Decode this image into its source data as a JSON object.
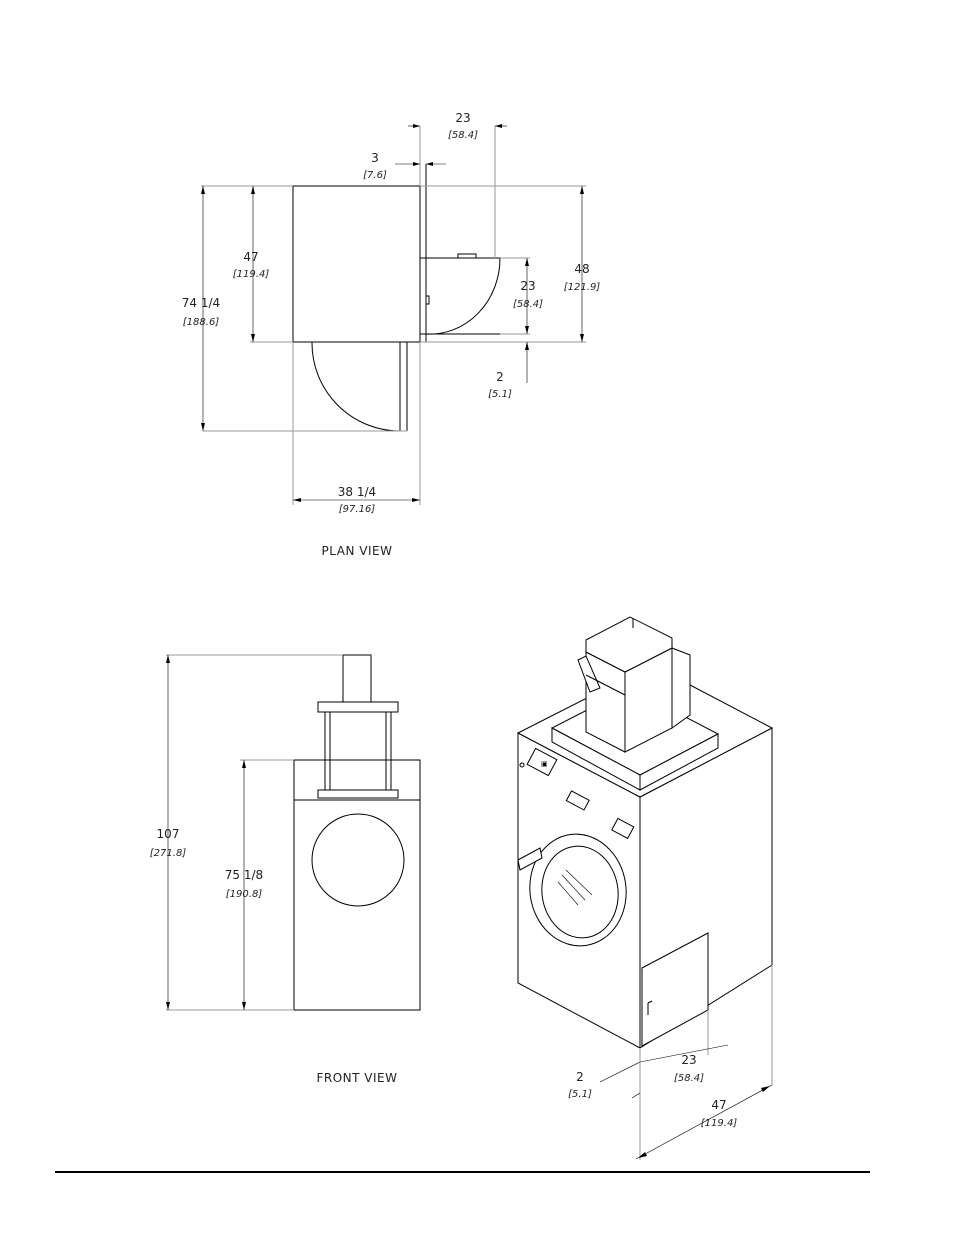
{
  "plan_view": {
    "label": "PLAN VIEW",
    "dims": {
      "top_23": "23",
      "top_23_mm": "[58.4]",
      "top_3": "3",
      "top_3_mm": "[7.6]",
      "left_47": "47",
      "left_47_mm": "[119.4]",
      "left_74": "74  1/4",
      "left_74_mm": "[188.6]",
      "right_48": "48",
      "right_48_mm": "[121.9]",
      "right_23": "23",
      "right_23_mm": "[58.4]",
      "right_2": "2",
      "right_2_mm": "[5.1]",
      "bottom_38": "38  1/4",
      "bottom_38_mm": "[97.16]"
    }
  },
  "front_view": {
    "label": "FRONT VIEW",
    "dims": {
      "h_107": "107",
      "h_107_mm": "[271.8]",
      "h_75": "75  1/8",
      "h_75_mm": "[190.8]"
    }
  },
  "iso_view": {
    "dims": {
      "d_2": "2",
      "d_2_mm": "[5.1]",
      "d_23": "23",
      "d_23_mm": "[58.4]",
      "d_47": "47",
      "d_47_mm": "[119.4]"
    }
  }
}
